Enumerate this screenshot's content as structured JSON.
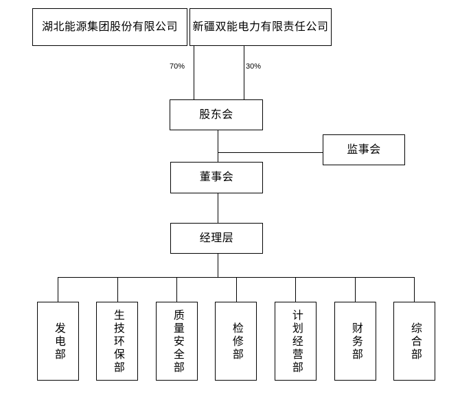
{
  "chart_data": {
    "type": "diagram",
    "title": "",
    "diagram_kind": "organizational-chart",
    "orientation": "top-down",
    "nodes": [
      {
        "id": "shareholder_a",
        "label": "湖北能源集团股份有限公司",
        "level": 0,
        "text_orientation": "horizontal"
      },
      {
        "id": "shareholder_b",
        "label": "新疆双能电力有限责任公司",
        "level": 0,
        "text_orientation": "horizontal"
      },
      {
        "id": "shareholders_meeting",
        "label": "股东会",
        "level": 1,
        "text_orientation": "horizontal"
      },
      {
        "id": "board_of_supervisors",
        "label": "监事会",
        "level": 2,
        "text_orientation": "horizontal"
      },
      {
        "id": "board_of_directors",
        "label": "董事会",
        "level": 2,
        "text_orientation": "horizontal"
      },
      {
        "id": "management",
        "label": "经理层",
        "level": 3,
        "text_orientation": "horizontal"
      },
      {
        "id": "dept_power_generation",
        "label": "发电部",
        "level": 4,
        "text_orientation": "vertical"
      },
      {
        "id": "dept_production_tech_env",
        "label": "生技环保部",
        "level": 4,
        "text_orientation": "vertical"
      },
      {
        "id": "dept_quality_safety",
        "label": "质量安全部",
        "level": 4,
        "text_orientation": "vertical"
      },
      {
        "id": "dept_maintenance",
        "label": "检修部",
        "level": 4,
        "text_orientation": "vertical"
      },
      {
        "id": "dept_planning_operations",
        "label": "计划经营部",
        "level": 4,
        "text_orientation": "vertical"
      },
      {
        "id": "dept_finance",
        "label": "财务部",
        "level": 4,
        "text_orientation": "vertical"
      },
      {
        "id": "dept_general_affairs",
        "label": "综合部",
        "level": 4,
        "text_orientation": "vertical"
      }
    ],
    "edges": [
      {
        "from": "shareholder_a",
        "to": "shareholders_meeting",
        "label": "70%"
      },
      {
        "from": "shareholder_b",
        "to": "shareholders_meeting",
        "label": "30%"
      },
      {
        "from": "shareholders_meeting",
        "to": "board_of_supervisors",
        "label": ""
      },
      {
        "from": "shareholders_meeting",
        "to": "board_of_directors",
        "label": ""
      },
      {
        "from": "board_of_directors",
        "to": "management",
        "label": ""
      },
      {
        "from": "management",
        "to": "dept_power_generation",
        "label": ""
      },
      {
        "from": "management",
        "to": "dept_production_tech_env",
        "label": ""
      },
      {
        "from": "management",
        "to": "dept_quality_safety",
        "label": ""
      },
      {
        "from": "management",
        "to": "dept_maintenance",
        "label": ""
      },
      {
        "from": "management",
        "to": "dept_planning_operations",
        "label": ""
      },
      {
        "from": "management",
        "to": "dept_finance",
        "label": ""
      },
      {
        "from": "management",
        "to": "dept_general_affairs",
        "label": ""
      }
    ],
    "edge_labels": [
      "70%",
      "30%"
    ],
    "colors": {
      "background": "#ffffff",
      "node_border": "#000000",
      "node_fill": "#ffffff",
      "connector": "#000000",
      "text": "#000000"
    }
  },
  "top": {
    "shareholder_a": "湖北能源集团股份有限公司",
    "shareholder_b": "新疆双能电力有限责任公司",
    "share_a_pct": "70%",
    "share_b_pct": "30%"
  },
  "governance": {
    "shareholders_meeting": "股东会",
    "board_of_supervisors": "监事会",
    "board_of_directors": "董事会",
    "management": "经理层"
  },
  "departments": [
    {
      "label": "发电部"
    },
    {
      "label": "生技环保部"
    },
    {
      "label": "质量安全部"
    },
    {
      "label": "检修部"
    },
    {
      "label": "计划经营部"
    },
    {
      "label": "财务部"
    },
    {
      "label": "综合部"
    }
  ]
}
